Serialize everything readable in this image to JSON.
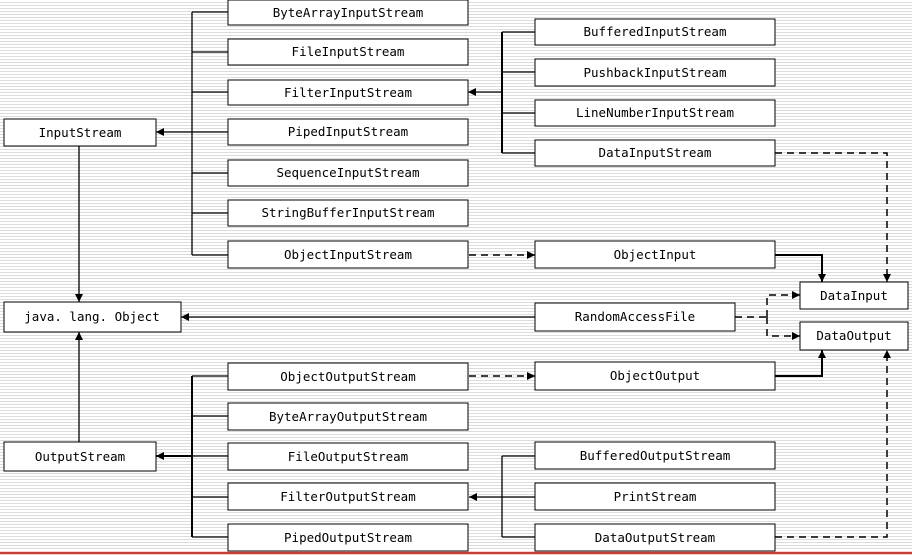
{
  "diagram": {
    "nodes": {
      "bytearray_in": "ByteArrayInputStream",
      "file_in": "FileInputStream",
      "filter_in": "FilterInputStream",
      "piped_in": "PipedInputStream",
      "sequence_in": "SequenceInputStream",
      "stringbuffer_in": "StringBufferInputStream",
      "object_in": "ObjectInputStream",
      "inputstream": "InputStream",
      "buffered_in": "BufferedInputStream",
      "pushback_in": "PushbackInputStream",
      "linenumber_in": "LineNumberInputStream",
      "data_in": "DataInputStream",
      "objectinput": "ObjectInput",
      "datainput": "DataInput",
      "object": "java. lang. Object",
      "randomaccess": "RandomAccessFile",
      "dataoutput": "DataOutput",
      "object_out": "ObjectOutputStream",
      "objectoutput": "ObjectOutput",
      "bytearray_out": "ByteArrayOutputStream",
      "outputstream": "OutputStream",
      "file_out": "FileOutputStream",
      "buffered_out": "BufferedOutputStream",
      "filter_out": "FilterOutputStream",
      "print": "PrintStream",
      "piped_out": "PipedOutputStream",
      "data_out": "DataOutputStream"
    },
    "colors": {
      "background": "#ffffff",
      "stripe": "#dcdcdc",
      "line": "#000000",
      "bottom_rule": "#e03030"
    }
  }
}
